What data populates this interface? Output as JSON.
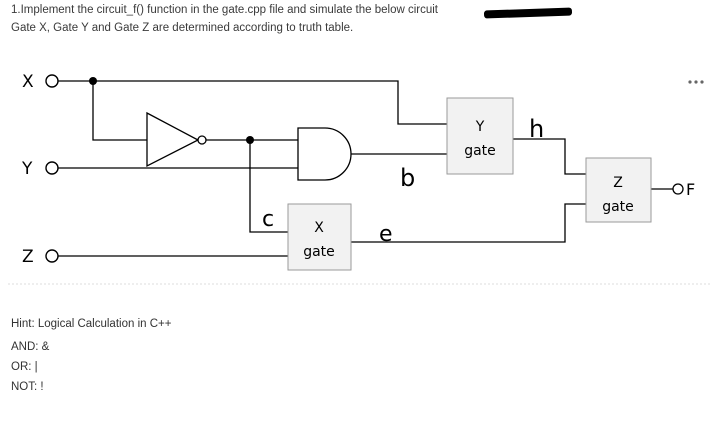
{
  "task": {
    "line1": "1.Implement the circuit_f() function in the gate.cpp file and simulate the below circuit",
    "line2": "Gate X, Gate Y and Gate Z are determined according to truth table."
  },
  "circuit": {
    "inputs": {
      "x": "X",
      "y": "Y",
      "z": "Z"
    },
    "output": "F",
    "gate_x": {
      "name": "X",
      "word": "gate"
    },
    "gate_y": {
      "name": "Y",
      "word": "gate"
    },
    "gate_z": {
      "name": "Z",
      "word": "gate"
    },
    "wire_labels": {
      "b": "b",
      "c": "c",
      "e": "e",
      "h": "h"
    },
    "overflow_icon": "more-dots-icon"
  },
  "hint": {
    "title": "Hint: Logical Calculation in C++",
    "and": "AND: &",
    "or": "OR: |",
    "not": "NOT: !"
  },
  "colors": {
    "wire": "#000000",
    "gate_fill": "#f2f2f2",
    "gate_stroke": "#9a9a9a"
  }
}
